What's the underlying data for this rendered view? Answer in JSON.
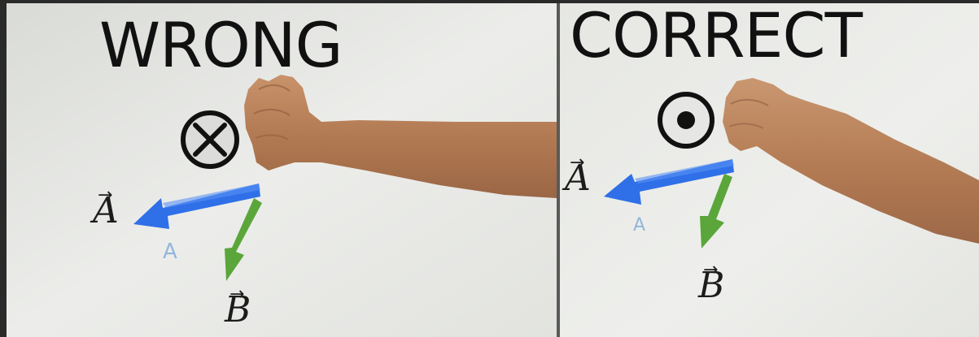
{
  "panels": [
    {
      "title": "WRONG",
      "symbol": "into-page-circle-x",
      "vector_a_label": "A",
      "vector_b_label": "B"
    },
    {
      "title": "CORRECT",
      "symbol": "out-of-page-circle-dot",
      "vector_a_label": "A",
      "vector_b_label": "B"
    }
  ],
  "vector_arrow_glyph": "→",
  "colors": {
    "vector_a": "#2f6fe8",
    "vector_b": "#5aa63a",
    "background_board": "#e9eae6",
    "divider": "#5a5a5a",
    "symbol": "#111111"
  }
}
